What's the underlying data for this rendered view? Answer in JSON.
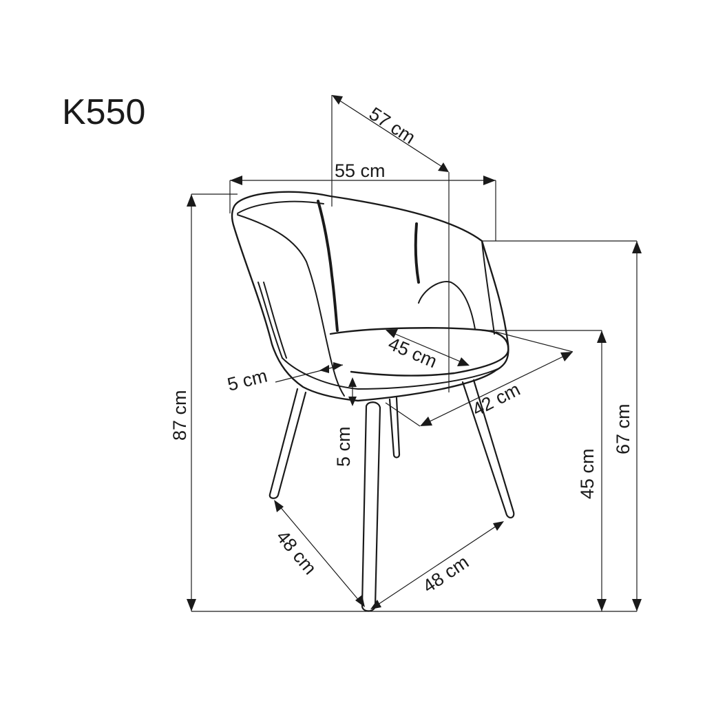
{
  "title": "K550",
  "dimensions": {
    "depth_top": "57 cm",
    "width_top": "55 cm",
    "total_height": "87 cm",
    "armrest_height": "67 cm",
    "seat_height": "45 cm",
    "seat_depth": "45 cm",
    "seat_width": "42 cm",
    "backrest_thickness": "5 cm",
    "seat_thickness": "5 cm",
    "leg_span_left": "48 cm",
    "leg_span_right": "48 cm"
  }
}
